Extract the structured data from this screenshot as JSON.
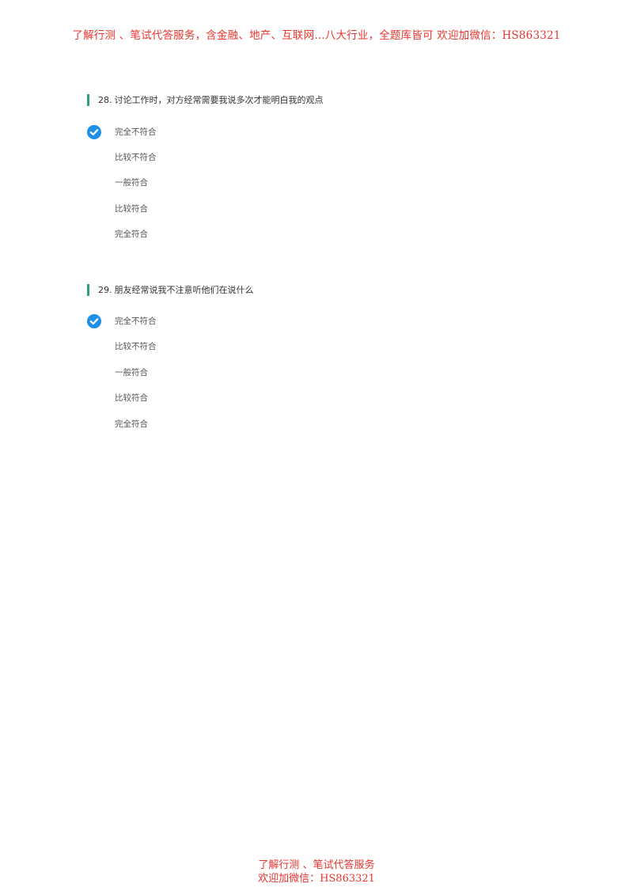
{
  "watermark": {
    "top": "了解行测 、笔试代答服务，含金融、地产、互联网...八大行业，全题库皆可 欢迎加微信：HS863321",
    "bottom_line1": "了解行测 、笔试代答服务",
    "bottom_line2": "欢迎加微信：HS863321"
  },
  "questions": [
    {
      "number": "28.",
      "text": "讨论工作时，对方经常需要我说多次才能明白我的观点",
      "options": [
        "完全不符合",
        "比较不符合",
        "一般符合",
        "比较符合",
        "完全符合"
      ],
      "selected": "完全不符合"
    },
    {
      "number": "29.",
      "text": "朋友经常说我不注意听他们在说什么",
      "options": [
        "完全不符合",
        "比较不符合",
        "一般符合",
        "比较符合",
        "完全符合"
      ],
      "selected": "完全不符合"
    }
  ],
  "colors": {
    "accent_bar": "#2ba07a",
    "check": "#1e90e8",
    "watermark": "#e8342e"
  },
  "icons": {
    "selected": "check-circle-icon"
  }
}
